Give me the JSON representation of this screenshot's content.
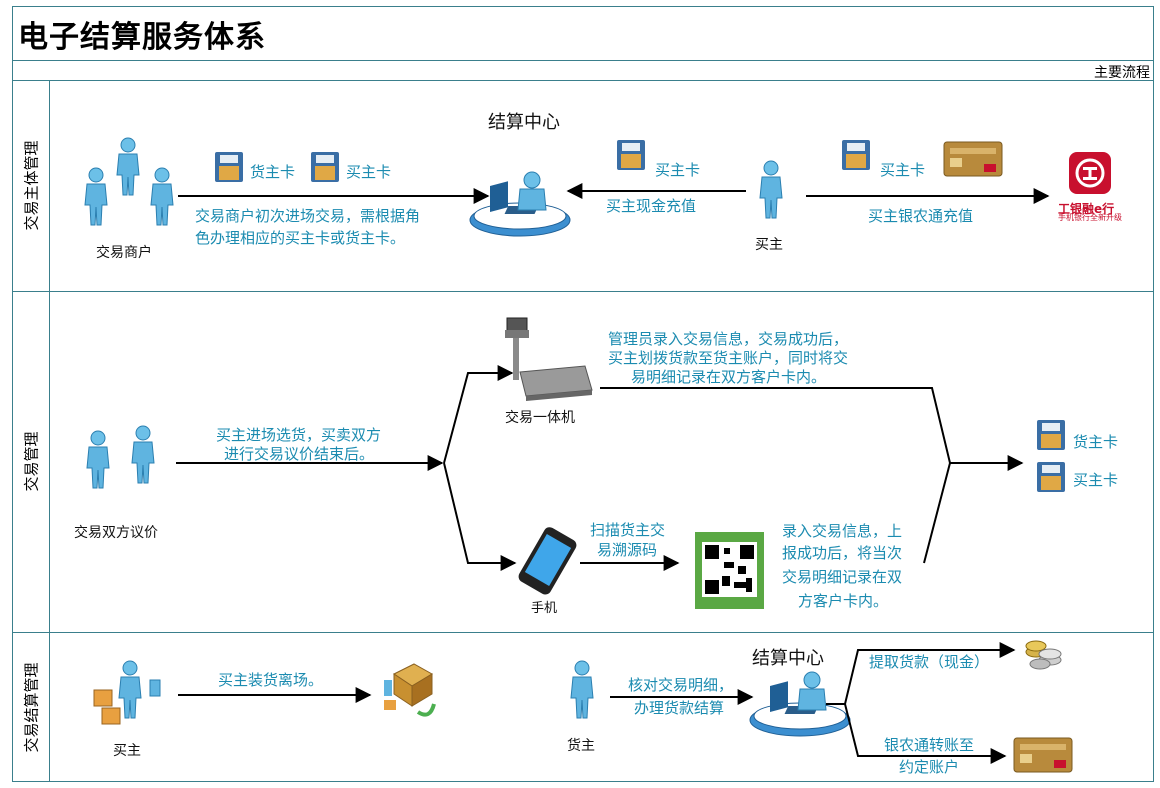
{
  "title": "电子结算服务体系",
  "subtitle": "主要流程",
  "lanes": [
    {
      "label": "交易主体管理"
    },
    {
      "label": "交易管理"
    },
    {
      "label": "交易结算管理"
    }
  ],
  "lane1": {
    "merchant": "交易商户",
    "card_goods": "货主卡",
    "card_buyer": "买主卡",
    "merchant_note": "交易商户初次进场交易，需根据角色办理相应的买主卡或货主卡。",
    "merchant_note_l1": "交易商户初次进场交易，需根据角",
    "merchant_note_l2": "色办理相应的买主卡或货主卡。",
    "center": "结算中心",
    "buyer_card2": "买主卡",
    "cash_topup": "买主现金充值",
    "buyer": "买主",
    "buyer_card3": "买主卡",
    "bank_topup": "买主银农通充值",
    "bank_logo": "工银融e行",
    "bank_logo_sub": "手机银行全新升级"
  },
  "lane2": {
    "parties": "交易双方议价",
    "negotiate_l1": "买主进场选货，买卖双方",
    "negotiate_l2": "进行交易议价结束后。",
    "terminal": "交易一体机",
    "admin_l1": "管理员录入交易信息，交易成功后，",
    "admin_l2": "买主划拨货款至货主账户，同时将交",
    "admin_l3": "易明细记录在双方客户卡内。",
    "phone": "手机",
    "scan_l1": "扫描货主交",
    "scan_l2": "易溯源码",
    "record_l1": "录入交易信息，上",
    "record_l2": "报成功后，将当次",
    "record_l3": "交易明细记录在双",
    "record_l4": "方客户卡内。",
    "out_goods": "货主卡",
    "out_buyer": "买主卡"
  },
  "lane3": {
    "buyer": "买主",
    "load_goods": "买主装货离场。",
    "owner": "货主",
    "verify_l1": "核对交易明细，",
    "verify_l2": "办理货款结算",
    "center": "结算中心",
    "withdraw": "提取货款（现金）",
    "transfer_l1": "银农通转账至",
    "transfer_l2": "约定账户"
  },
  "colors": {
    "frame": "#3a7f8c",
    "label_blue": "#1b8bb0",
    "person_blue": "#5fb4e0",
    "card_blue": "#3a6ea5",
    "card_gold": "#e0a845",
    "bank_red": "#c8102e"
  }
}
